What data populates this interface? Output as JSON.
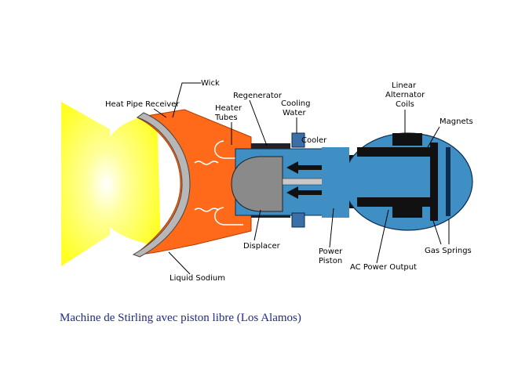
{
  "labels": {
    "wick": "Wick",
    "heat_pipe_receiver": "Heat Pipe Receiver",
    "regenerator": "Regenerator",
    "heater_tubes_1": "Heater",
    "heater_tubes_2": "Tubes",
    "cooling_water_1": "Cooling",
    "cooling_water_2": "Water",
    "cooler": "Cooler",
    "linear_alternator_1": "Linear",
    "linear_alternator_2": "Alternator",
    "linear_alternator_3": "Coils",
    "magnets": "Magnets",
    "displacer": "Displacer",
    "power_piston_1": "Power",
    "power_piston_2": "Piston",
    "ac_power_output": "AC Power Output",
    "gas_springs": "Gas Springs",
    "liquid_sodium": "Liquid Sodium"
  },
  "caption": "Machine de Stirling avec piston libre (Los Alamos)",
  "colors": {
    "flame": "#ffff33",
    "receiver": "#ff6a1a",
    "engine": "#3f8fc4",
    "dark": "#111111",
    "caption": "#1f2a8f"
  }
}
